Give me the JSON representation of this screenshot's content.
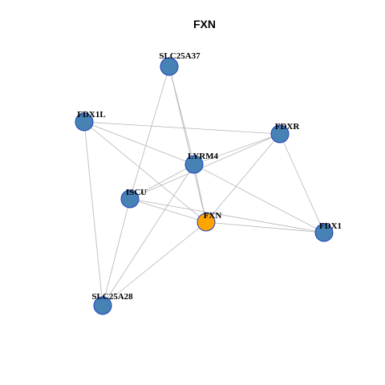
{
  "title": "FXN",
  "colors": {
    "node_default": "#4682b4",
    "node_highlight": "#ffa500",
    "node_border": "#1f3fbf",
    "edge": "#b5b5b5"
  },
  "nodes": [
    {
      "id": "SLC25A37",
      "label": "SLC25A37",
      "highlight": false
    },
    {
      "id": "FDX1L",
      "label": "FDX1L",
      "highlight": false
    },
    {
      "id": "FDXR",
      "label": "FDXR",
      "highlight": false
    },
    {
      "id": "LYRM4",
      "label": "LYRM4",
      "highlight": false
    },
    {
      "id": "ISCU",
      "label": "ISCU",
      "highlight": false
    },
    {
      "id": "FXN",
      "label": "FXN",
      "highlight": true
    },
    {
      "id": "FDX1",
      "label": "FDX1",
      "highlight": false
    },
    {
      "id": "SLC25A28",
      "label": "SLC25A28",
      "highlight": false
    }
  ],
  "edges": [
    [
      "SLC25A37",
      "LYRM4"
    ],
    [
      "SLC25A37",
      "FXN"
    ],
    [
      "SLC25A37",
      "ISCU"
    ],
    [
      "FDX1L",
      "FDXR"
    ],
    [
      "FDX1L",
      "LYRM4"
    ],
    [
      "FDX1L",
      "FXN"
    ],
    [
      "FDX1L",
      "SLC25A28"
    ],
    [
      "FDXR",
      "LYRM4"
    ],
    [
      "FDXR",
      "ISCU"
    ],
    [
      "FDXR",
      "FXN"
    ],
    [
      "FDXR",
      "FDX1"
    ],
    [
      "LYRM4",
      "ISCU"
    ],
    [
      "LYRM4",
      "FXN"
    ],
    [
      "LYRM4",
      "FDX1"
    ],
    [
      "LYRM4",
      "SLC25A28"
    ],
    [
      "ISCU",
      "FXN"
    ],
    [
      "ISCU",
      "FDX1"
    ],
    [
      "ISCU",
      "SLC25A28"
    ],
    [
      "FXN",
      "FDX1"
    ],
    [
      "FXN",
      "SLC25A28"
    ]
  ]
}
